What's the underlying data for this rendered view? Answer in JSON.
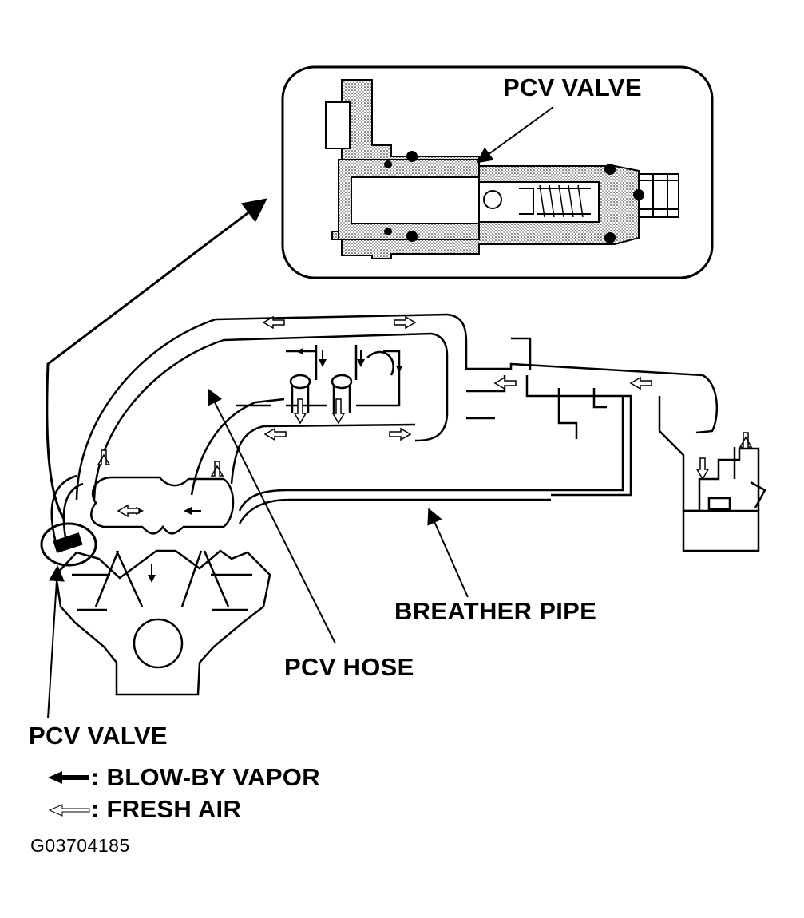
{
  "labels": {
    "pcv_valve_detail": "PCV VALVE",
    "breather_pipe": "BREATHER PIPE",
    "pcv_hose": "PCV HOSE",
    "pcv_valve": "PCV VALVE"
  },
  "legend": [
    {
      "symbol": "solid-arrow-icon",
      "text": ": BLOW-BY VAPOR"
    },
    {
      "symbol": "outline-arrow-icon",
      "text": ": FRESH AIR"
    }
  ],
  "figure_code": "G03704185"
}
